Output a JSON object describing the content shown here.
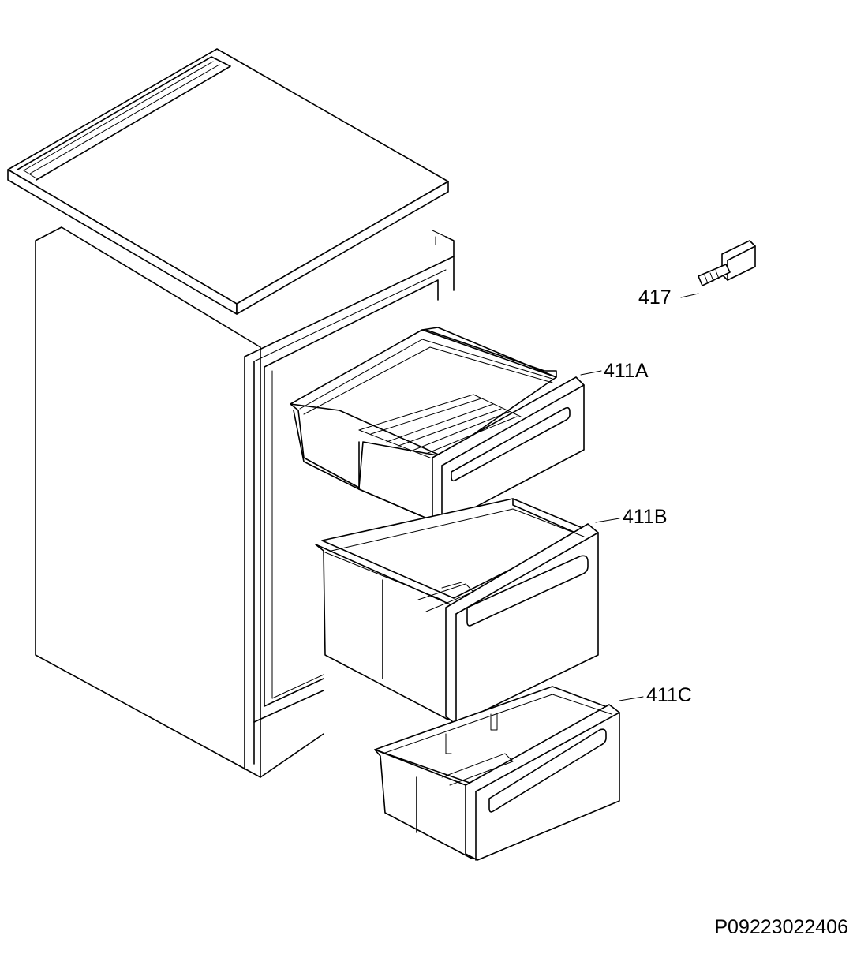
{
  "parts": [
    {
      "id": "top-cover"
    },
    {
      "id": "cabinet"
    },
    {
      "id": "drawer-411a",
      "label": "411A"
    },
    {
      "id": "drawer-411b",
      "label": "411B"
    },
    {
      "id": "drawer-411c",
      "label": "411C"
    },
    {
      "id": "key-417",
      "label": "417"
    }
  ],
  "callouts": {
    "c417": "417",
    "c411a": "411A",
    "c411b": "411B",
    "c411c": "411C"
  },
  "document_number": "P09223022406"
}
